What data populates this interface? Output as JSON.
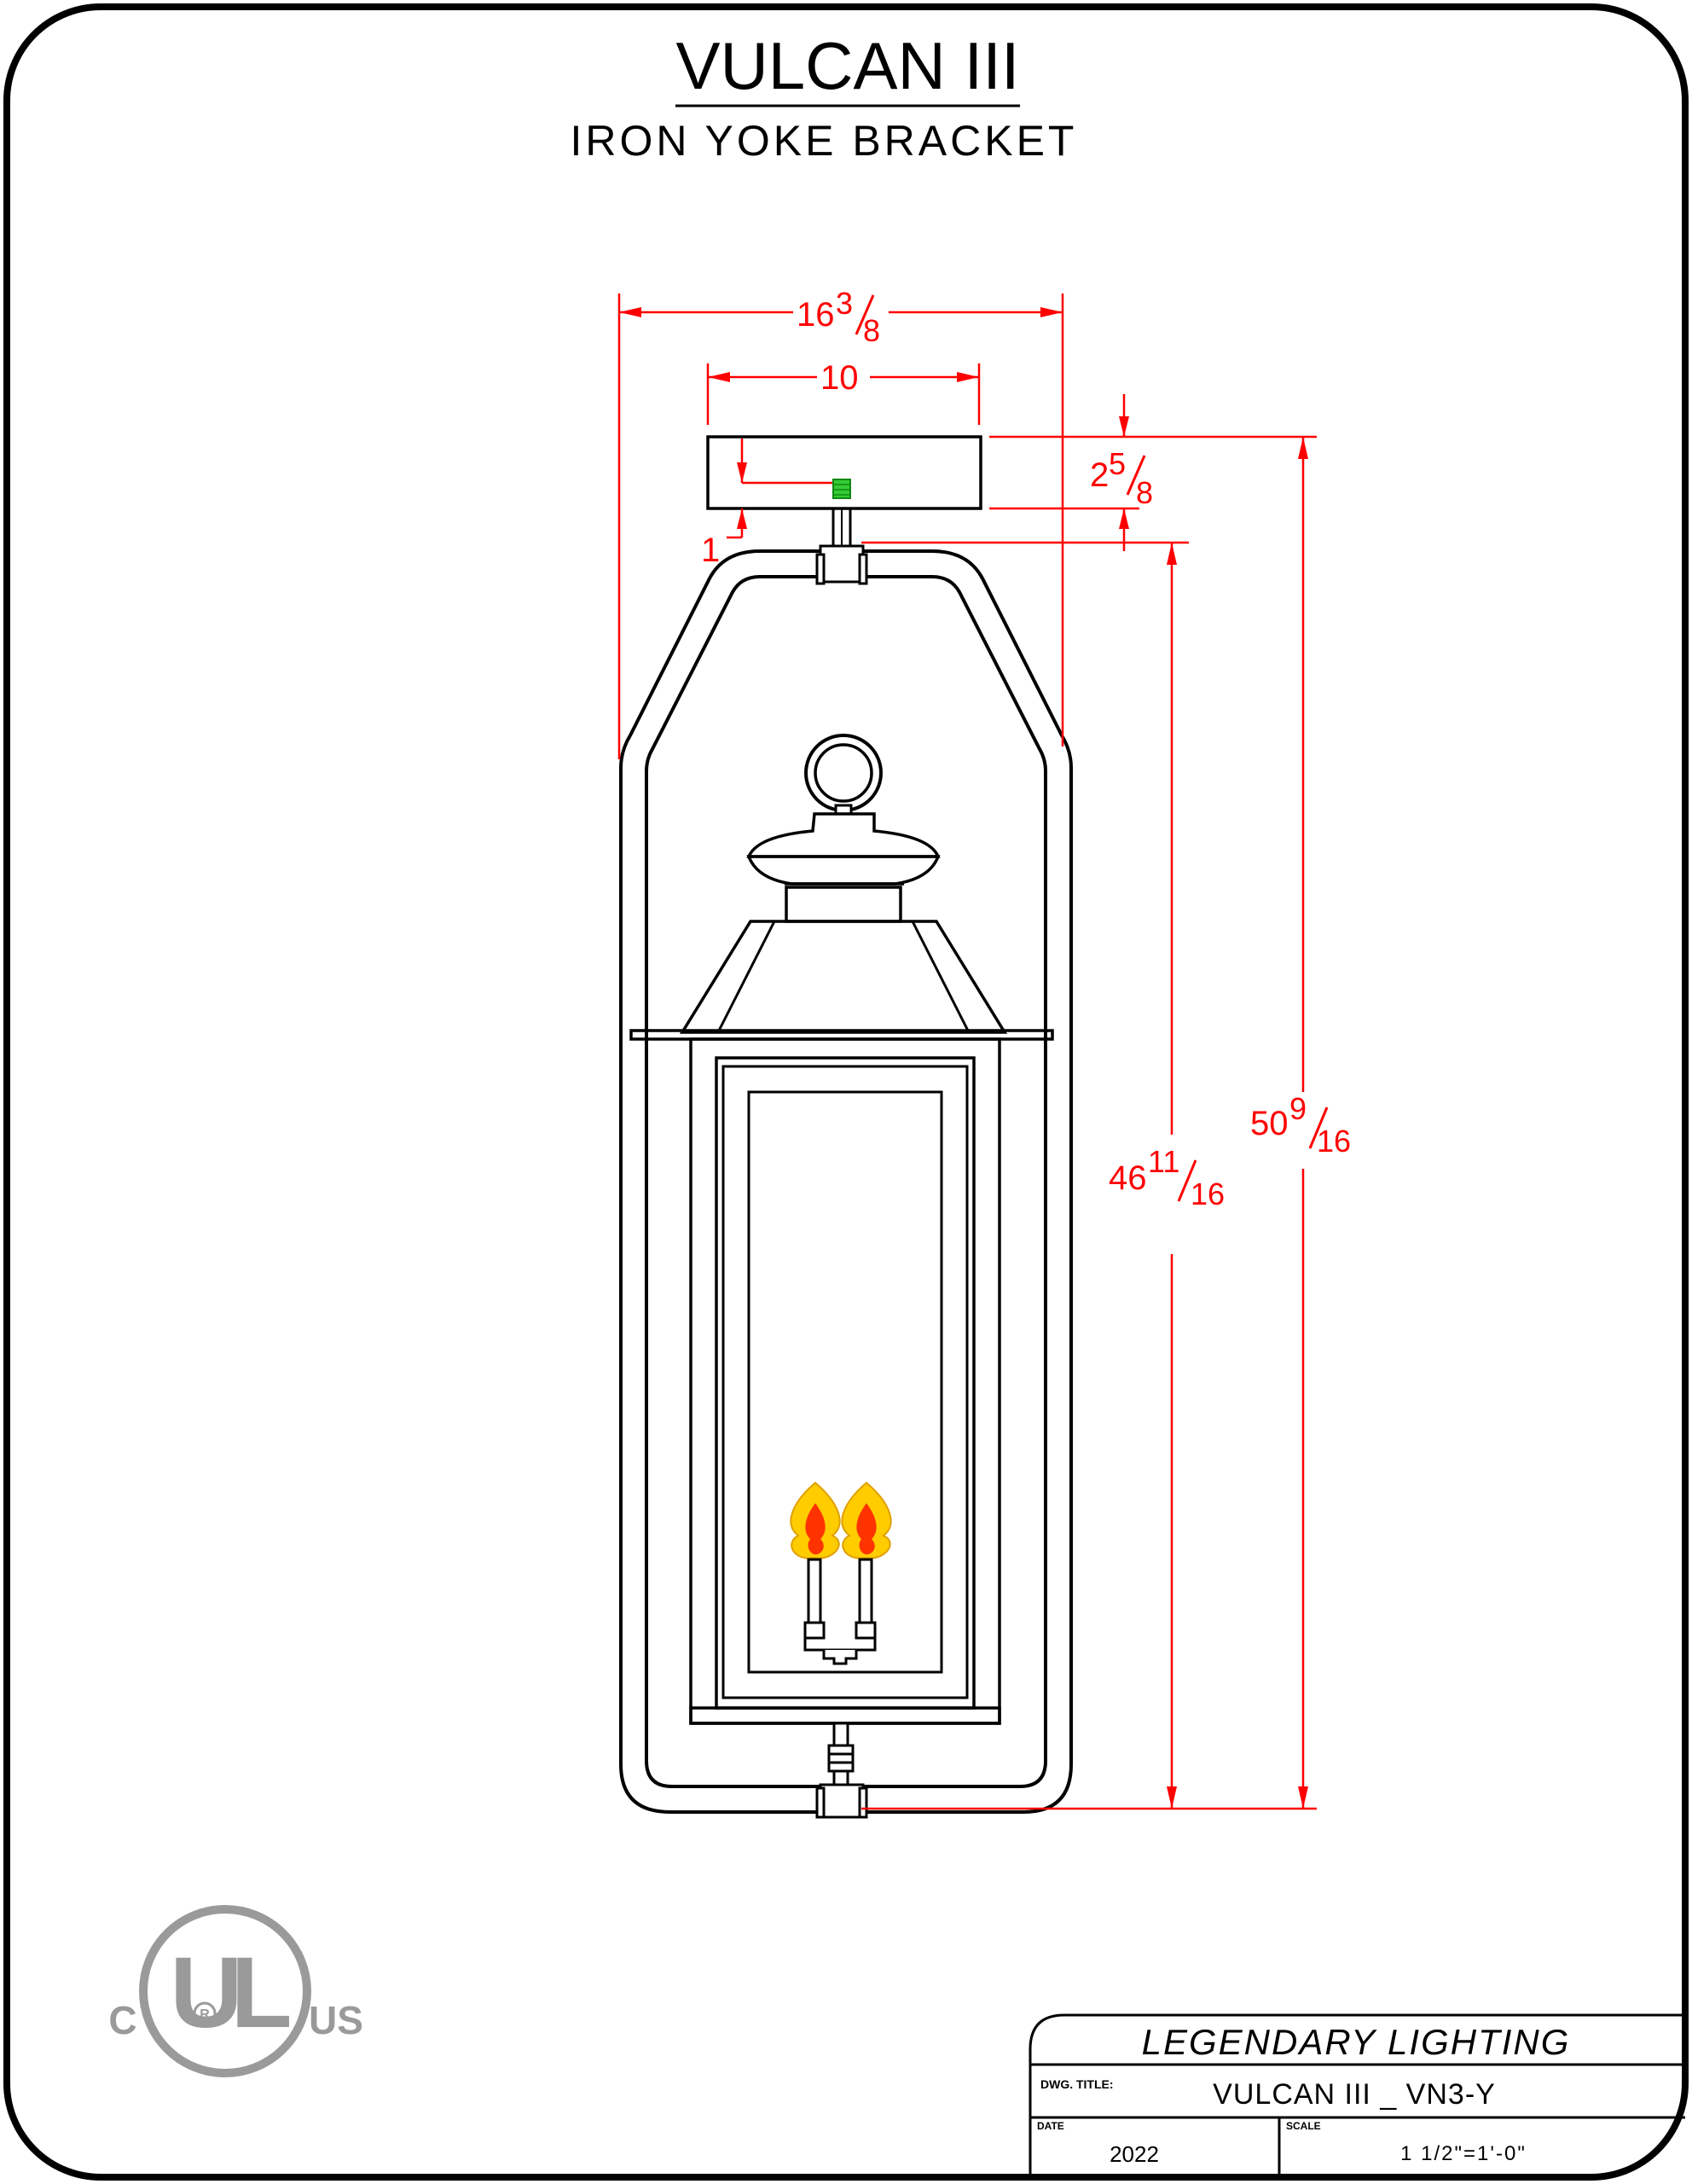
{
  "title": "VULCAN III",
  "subtitle": "IRON YOKE BRACKET",
  "dimensions": {
    "width_overall": {
      "whole": "16",
      "num": "3",
      "den": "8"
    },
    "width_plate": {
      "whole": "10"
    },
    "plate_height": {
      "whole": "2",
      "num": "5",
      "den": "8"
    },
    "arm_offset": {
      "whole": "1"
    },
    "height_fixture": {
      "whole": "46",
      "num": "11",
      "den": "16"
    },
    "height_overall": {
      "whole": "50",
      "num": "9",
      "den": "16"
    }
  },
  "certification": {
    "mark": "UL",
    "left": "C",
    "right": "US",
    "registered": "R"
  },
  "title_block": {
    "company": "LEGENDARY LIGHTING",
    "dwg_title_label": "DWG. TITLE:",
    "dwg_title_value": "VULCAN III _ VN3-Y",
    "date_label": "DATE",
    "date_value": "2022",
    "scale_label": "SCALE",
    "scale_value": "1 1/2\"=1'-0\""
  },
  "colors": {
    "line": "#000000",
    "dimension": "#ff0000",
    "ul_mark": "#9a9a9a",
    "flame_outer": "#ffcc00",
    "flame_inner": "#ff3300",
    "gas_nozzle": "#33cc33"
  }
}
